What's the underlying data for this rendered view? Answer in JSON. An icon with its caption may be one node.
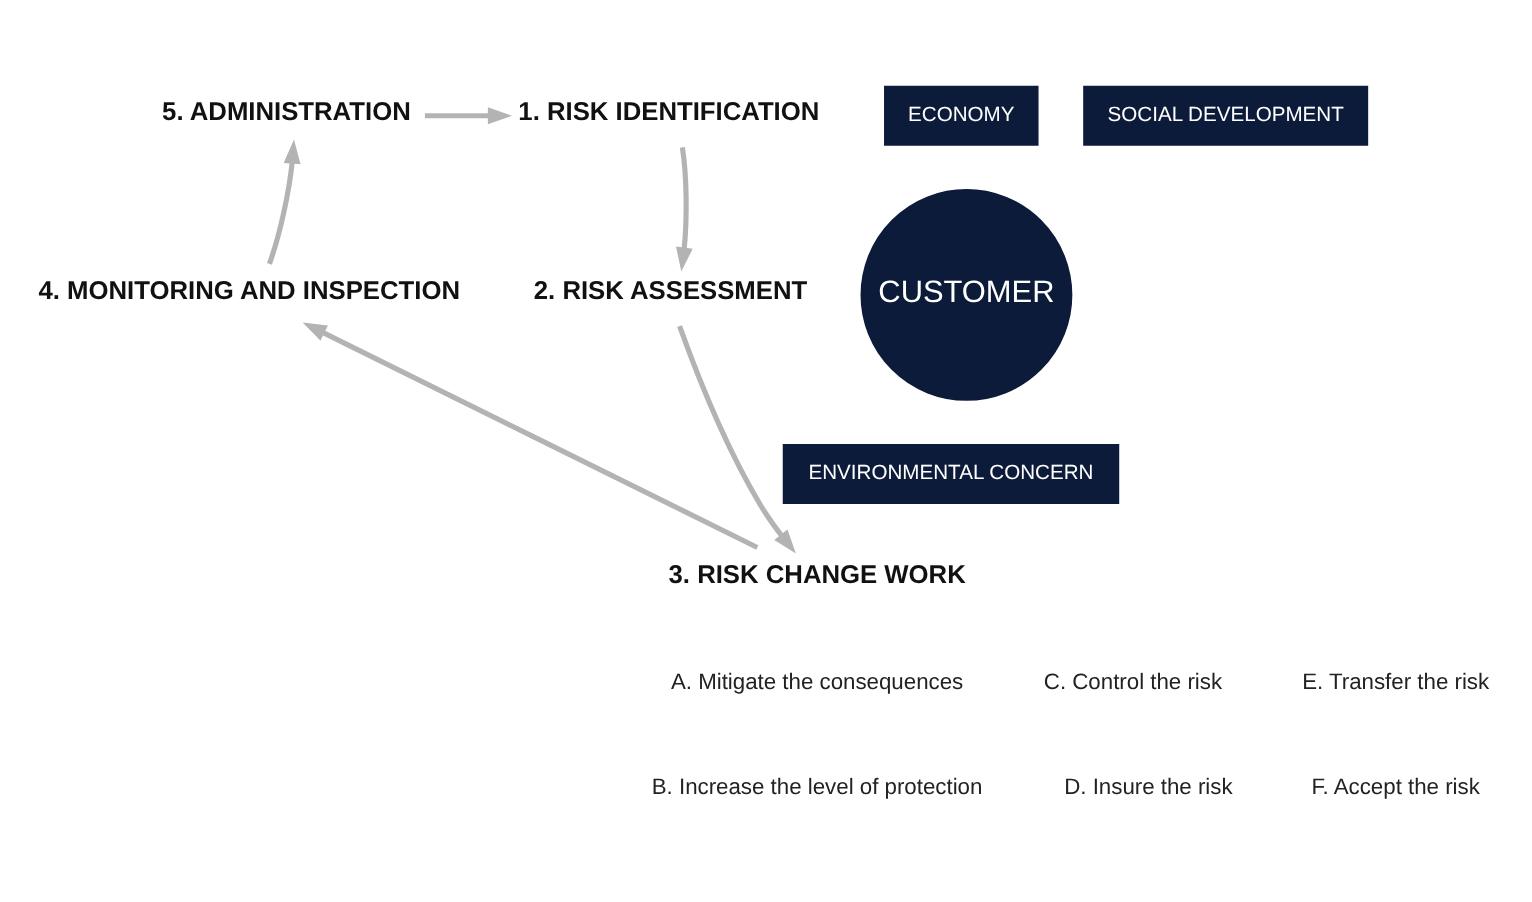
{
  "diagram": {
    "nodes": [
      {
        "text": [
          "5. ADMINISTRATION"
        ]
      },
      {
        "text": [
          "1. RISK IDENTIFICATION"
        ]
      },
      {
        "text": [
          "ECONOMY"
        ]
      },
      {
        "text": [
          "SOCIAL DEVELOPMENT"
        ]
      },
      {
        "text": [
          "CUSTOMER"
        ]
      },
      {
        "text": [
          "4. MONITORING AND INSPECTION"
        ]
      },
      {
        "text": [
          "2. RISK ASSESSMENT"
        ]
      },
      {
        "text": [
          "ENVIRONMENTAL CONCERN"
        ]
      },
      {
        "text": [
          "3. RISK CHANGE WORK"
        ]
      }
    ],
    "edges": [
      {
        "from": 1,
        "to": 6,
        "arrow": "to"
      },
      {
        "from": 6,
        "to": 8,
        "arrow": "to"
      },
      {
        "from": 8,
        "to": 5,
        "arrow": "to"
      },
      {
        "from": 5,
        "to": 0,
        "arrow": "to"
      },
      {
        "from": 0,
        "to": 1,
        "arrow": "to"
      }
    ],
    "labels": [
      "A. Mitigate the consequences",
      "C. Control the risk",
      "E. Transfer the risk",
      "B. Increase the level of protection",
      "D. Insure the risk",
      "F. Accept the risk"
    ]
  }
}
